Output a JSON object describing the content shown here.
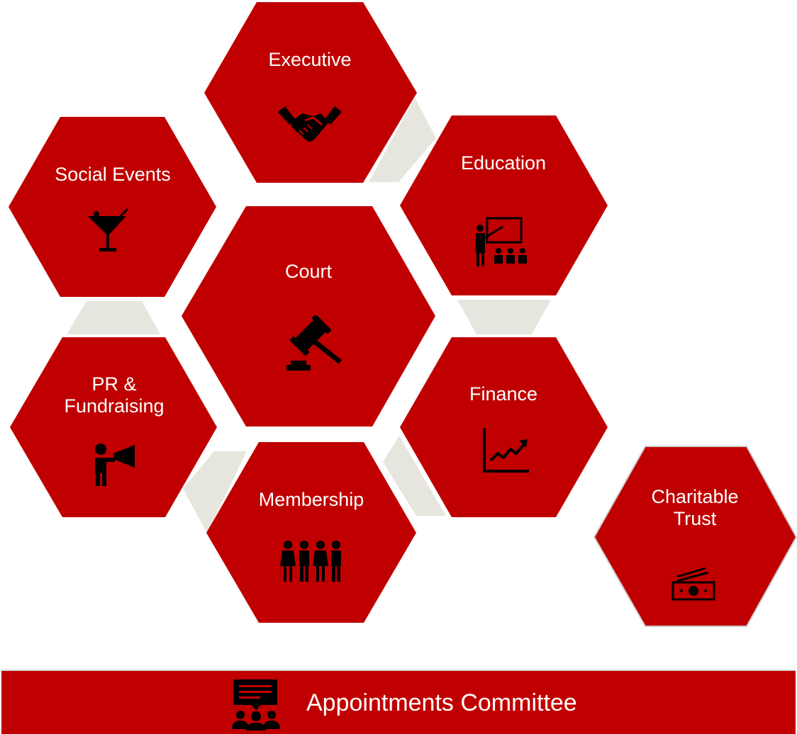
{
  "colors": {
    "hexagon": "#c00000",
    "connector": "#e6e6df",
    "label": "#ffffff",
    "icon": "#000000"
  },
  "committees": {
    "executive": {
      "label": "Executive",
      "icon": "handshake-icon"
    },
    "social_events": {
      "label": "Social Events",
      "icon": "cocktail-glass-icon"
    },
    "education": {
      "label": "Education",
      "icon": "teacher-presentation-icon"
    },
    "court": {
      "label": "Court",
      "icon": "gavel-icon"
    },
    "pr_fundraising": {
      "label_line1": "PR &",
      "label_line2": "Fundraising",
      "icon": "megaphone-icon"
    },
    "finance": {
      "label": "Finance",
      "icon": "growth-chart-icon"
    },
    "membership": {
      "label": "Membership",
      "icon": "people-group-icon"
    },
    "charitable_trust": {
      "label_line1": "Charitable",
      "label_line2": "Trust",
      "icon": "money-icon"
    }
  },
  "appointments": {
    "label": "Appointments Committee",
    "icon": "meeting-chat-icon"
  }
}
